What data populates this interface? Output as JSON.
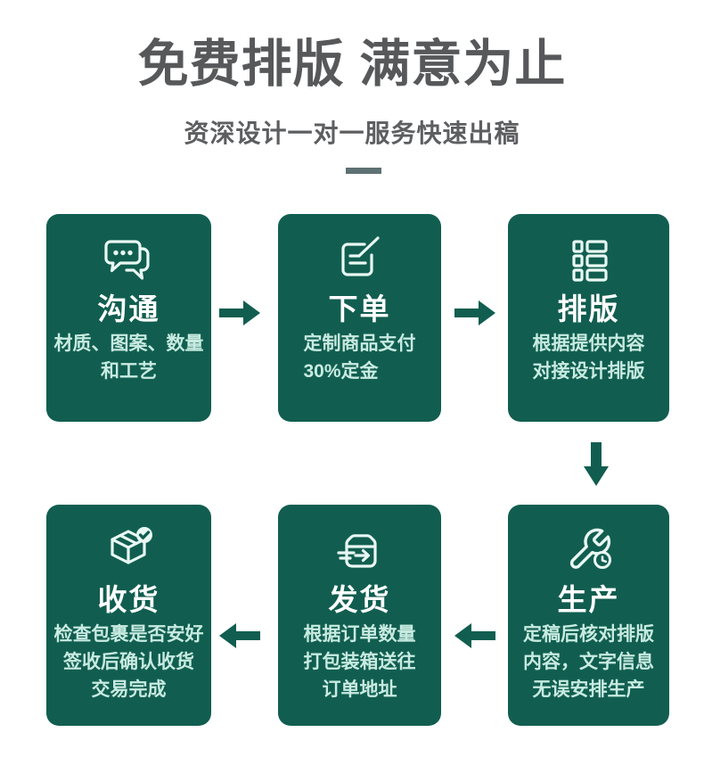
{
  "page": {
    "title": "免费排版 满意为止",
    "subtitle": "资深设计一对一服务快速出稿"
  },
  "colors": {
    "brand_green": "#115E50",
    "heading_gray": "#57585A",
    "subtitle_gray": "#5D5E60",
    "divider_slate": "#5E7173",
    "step_title_white": "#FFFFFF",
    "step_desc_mint": "#C8EBE1",
    "icon_mint": "#E9F8F3",
    "background": "#FFFFFF"
  },
  "steps": [
    {
      "key": "communicate",
      "icon": "chat-bubbles-icon",
      "title": "沟通",
      "desc_lines": [
        "材质、图案、数量",
        "和工艺"
      ]
    },
    {
      "key": "order",
      "icon": "order-form-icon",
      "title": "下单",
      "desc_lines": [
        "定制商品支付",
        "30%定金"
      ]
    },
    {
      "key": "typeset",
      "icon": "layout-list-icon",
      "title": "排版",
      "desc_lines": [
        "根据提供内容",
        "对接设计排版"
      ]
    },
    {
      "key": "produce",
      "icon": "wrench-clock-icon",
      "title": "生产",
      "desc_lines": [
        "定稿后核对排版",
        "内容，文字信息",
        "无误安排生产"
      ]
    },
    {
      "key": "ship",
      "icon": "shipping-box-icon",
      "title": "发货",
      "desc_lines": [
        "根据订单数量",
        "打包装箱送往",
        "订单地址"
      ]
    },
    {
      "key": "receive",
      "icon": "package-check-icon",
      "title": "收货",
      "desc_lines": [
        "检查包裹是否安好",
        "签收后确认收货",
        "交易完成"
      ]
    }
  ],
  "flow": {
    "row1": [
      "communicate",
      "order",
      "typeset"
    ],
    "row2": [
      "receive",
      "ship",
      "produce"
    ],
    "arrows": [
      "right",
      "right",
      "down",
      "left",
      "left"
    ]
  }
}
